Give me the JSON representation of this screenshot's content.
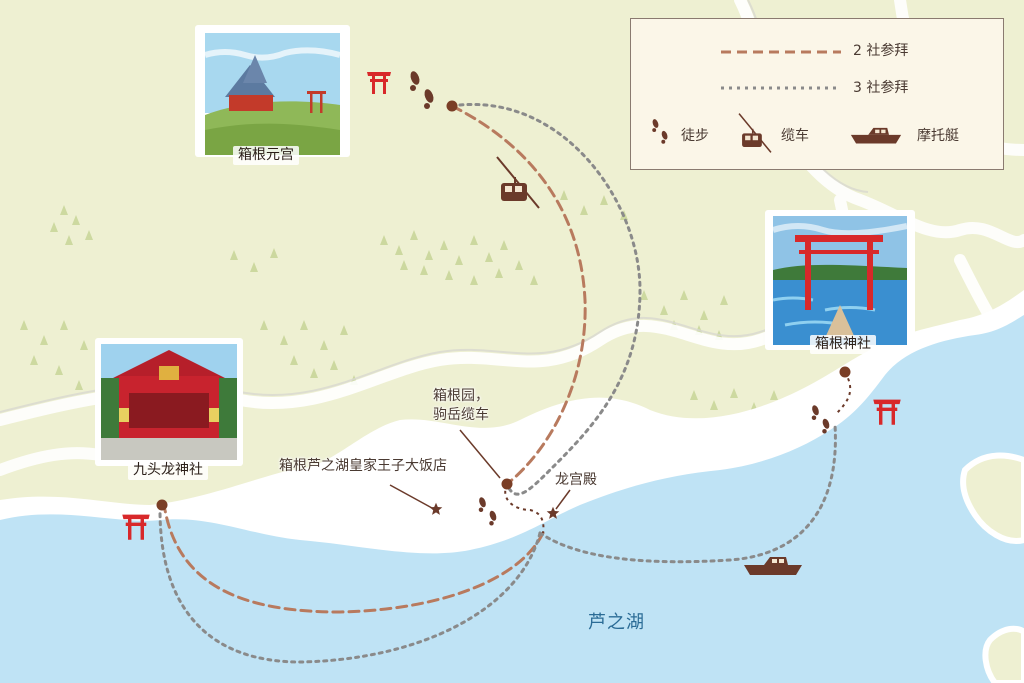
{
  "map": {
    "lake_name": "芦之湖",
    "places": {
      "hakone_motomiya": "箱根元宫",
      "hakone_jinja": "箱根神社",
      "kuzuryu_jinja": "九头龙神社",
      "hakone_en_line1": "箱根园，",
      "hakone_en_line2": "驹岳缆车",
      "prince_hotel": "箱根芦之湖皇家王子大饭店",
      "ryuguden": "龙宫殿"
    }
  },
  "legend": {
    "route2_label": "2 社参拜",
    "route3_label": "3 社参拜",
    "walk_label": "徒步",
    "ropeway_label": "缆车",
    "boat_label": "摩托艇"
  },
  "colors": {
    "route2": "#b87a5e",
    "route3": "#8a8a8a",
    "torii": "#d8282a",
    "icon_brown": "#6b3a2a",
    "lake": "#bfe3f5",
    "land": "#eef0d2",
    "legend_bg": "#fbf6e8"
  },
  "icons": [
    "torii-icon",
    "footprints-icon",
    "ropeway-icon",
    "motorboat-icon",
    "star-icon"
  ]
}
